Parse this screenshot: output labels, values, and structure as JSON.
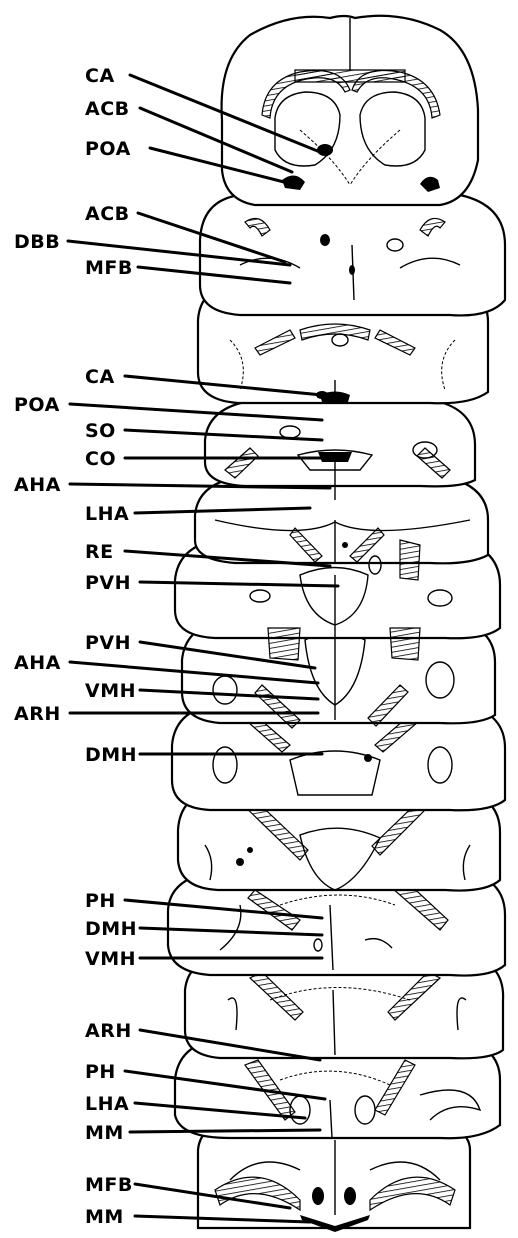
{
  "labels": [
    {
      "text": "CA"
    },
    {
      "text": "ACB"
    },
    {
      "text": "POA"
    },
    {
      "text": "ACB"
    },
    {
      "text": "DBB"
    },
    {
      "text": "MFB"
    },
    {
      "text": "CA"
    },
    {
      "text": "POA"
    },
    {
      "text": "SO"
    },
    {
      "text": "CO"
    },
    {
      "text": "AHA"
    },
    {
      "text": "LHA"
    },
    {
      "text": "RE"
    },
    {
      "text": "PVH"
    },
    {
      "text": "PVH"
    },
    {
      "text": "AHA"
    },
    {
      "text": "VMH"
    },
    {
      "text": "ARH"
    },
    {
      "text": "DMH"
    },
    {
      "text": "PH"
    },
    {
      "text": "DMH"
    },
    {
      "text": "VMH"
    },
    {
      "text": "ARH"
    },
    {
      "text": "PH"
    },
    {
      "text": "LHA"
    },
    {
      "text": "MM"
    },
    {
      "text": "MFB"
    },
    {
      "text": "MM"
    }
  ]
}
